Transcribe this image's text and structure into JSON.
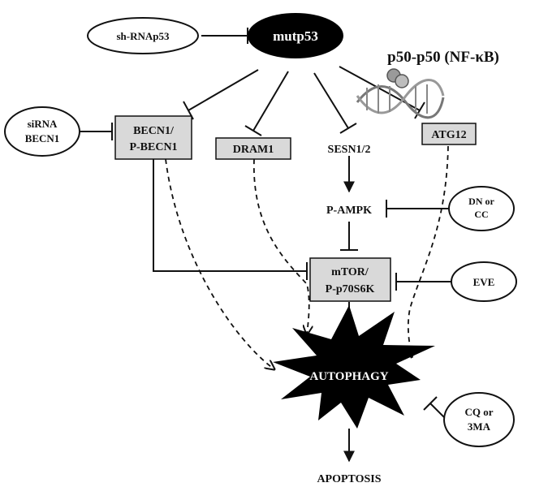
{
  "diagram": {
    "nodes": {
      "mutp53": "mutp53",
      "shrnap53": "sh-RNAp53",
      "nfkb": "p50-p50 (NF-κB)",
      "sirna_line1": "siRNA",
      "sirna_line2": "BECN1",
      "becn1_line1": "BECN1/",
      "becn1_line2": "P-BECN1",
      "dram1": "DRAM1",
      "sesn": "SESN1/2",
      "atg12": "ATG12",
      "pampk": "P-AMPK",
      "dncc_line1": "DN or",
      "dncc_line2": "CC",
      "mtor_line1": "mTOR/",
      "mtor_line2": "P-p70S6K",
      "eve": "EVE",
      "autophagy": "AUTOPHAGY",
      "cq_line1": "CQ or",
      "cq_line2": "3MA",
      "apoptosis": "APOPTOSIS"
    },
    "colors": {
      "box_fill": "#d9d9d9",
      "ink": "#111111",
      "node_dark": "#000000"
    },
    "icons": [
      "dna-nfkb-icon"
    ]
  }
}
